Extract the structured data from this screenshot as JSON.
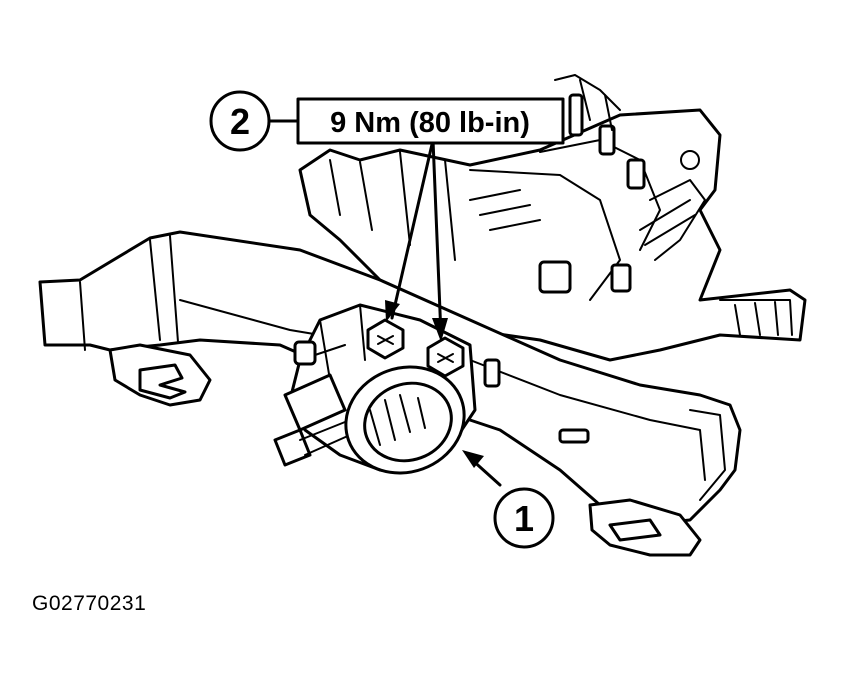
{
  "callouts": {
    "one": "1",
    "two": "2",
    "torque_spec": "9 Nm (80 lb-in)"
  },
  "figure_id": "G02770231"
}
